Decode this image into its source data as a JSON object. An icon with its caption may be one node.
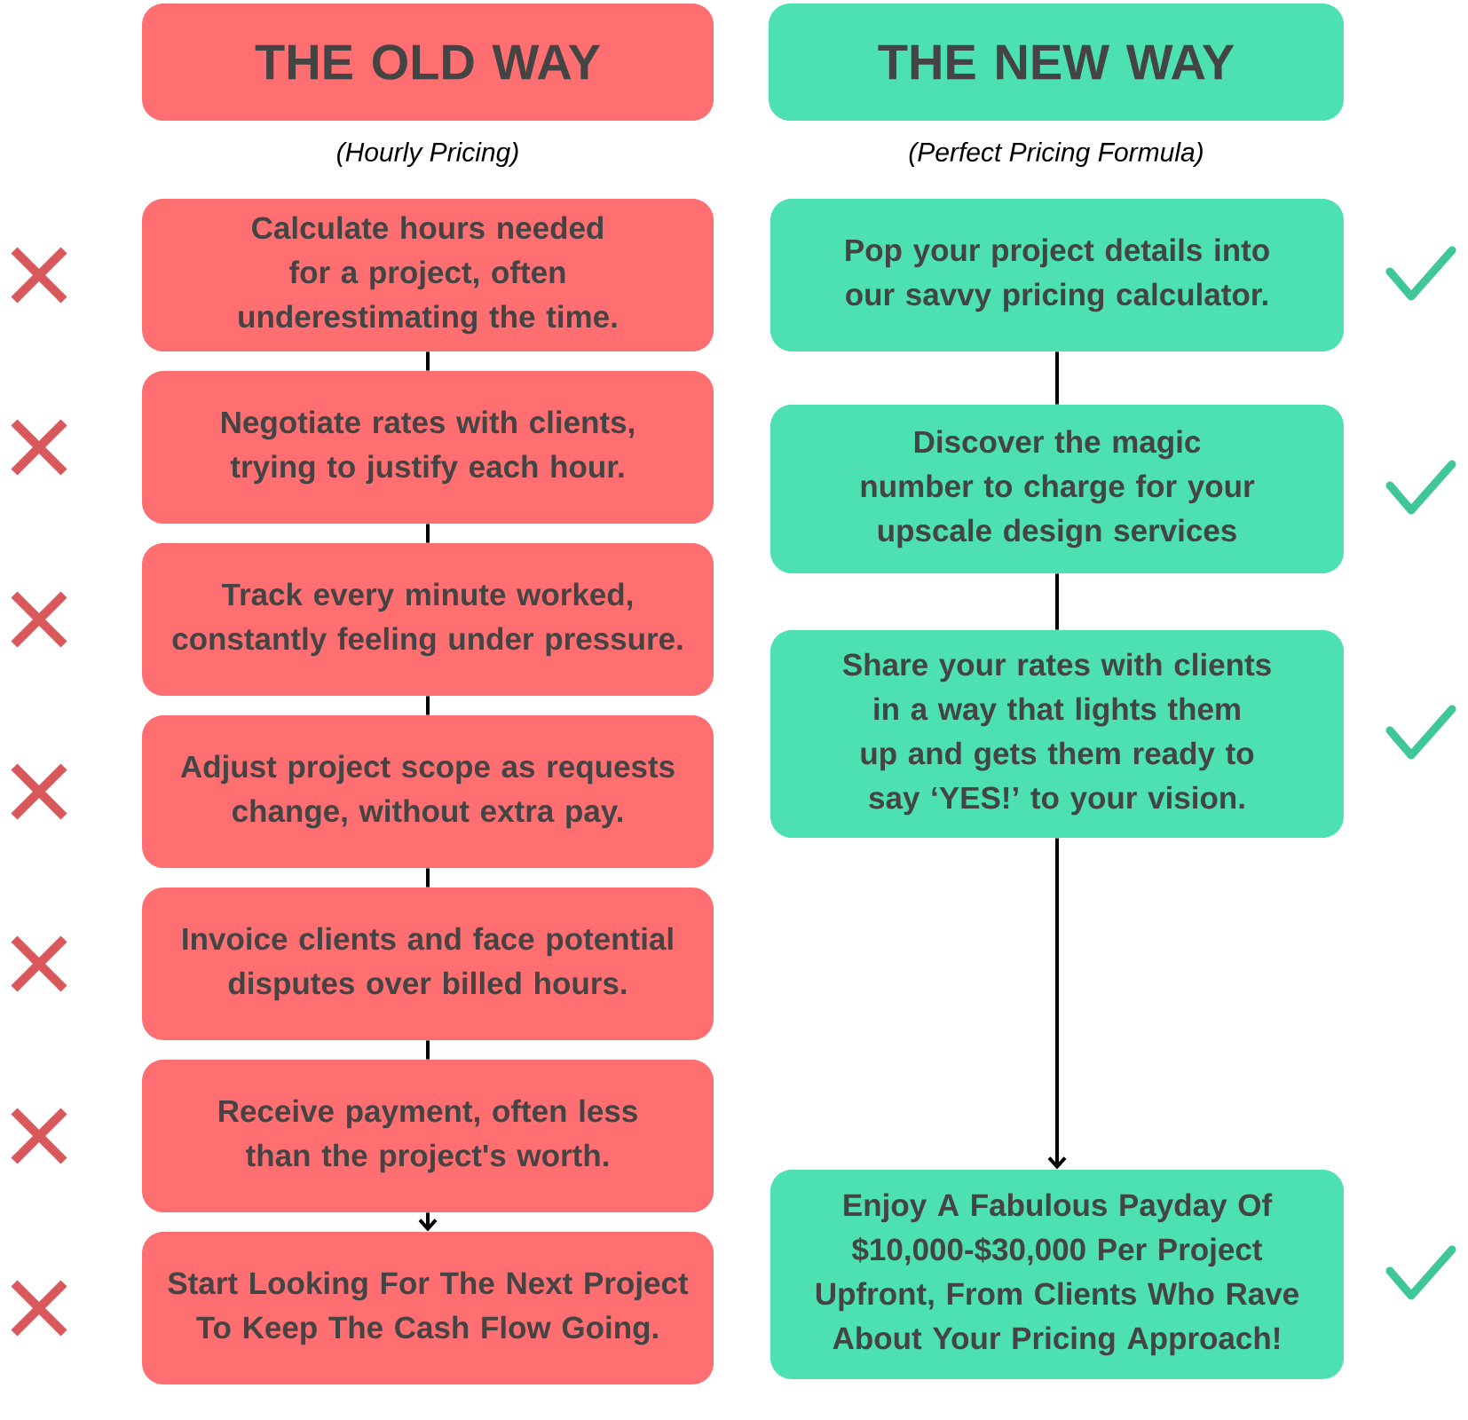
{
  "diagram": {
    "nodes": [
      {
        "text": [
          "THE OLD WAY"
        ],
        "beside": [
          "(Hourly Pricing)"
        ]
      },
      {
        "text": [
          "THE NEW WAY"
        ],
        "beside": [
          "(Perfect Pricing Formula)"
        ]
      },
      {
        "text": [
          "Calculate hours needed for a project, often underestimating the time."
        ]
      },
      {
        "text": [
          "Negotiate rates with clients, trying to justify each hour."
        ]
      },
      {
        "text": [
          "Track every minute worked, constantly feeling under pressure."
        ]
      },
      {
        "text": [
          "Adjust project scope as requests change, without extra pay."
        ]
      },
      {
        "text": [
          "Invoice clients and face potential disputes over billed hours."
        ]
      },
      {
        "text": [
          "Receive payment, often less than the project's worth."
        ]
      },
      {
        "text": [
          "Start Looking For The Next Project To Keep The Cash Flow Going."
        ]
      },
      {
        "text": [
          "Pop your project details into our savvy pricing calculator."
        ]
      },
      {
        "text": [
          "Discover the magic number to charge for your upscale design services"
        ]
      },
      {
        "text": [
          "Share your rates with clients in a way that lights them up and gets them ready to say ‘YES!’ to your vision."
        ]
      },
      {
        "text": [
          "Enjoy A Fabulous Payday Of $10,000-$30,000 Per Project Upfront, From Clients Who Rave About Your Pricing Approach!"
        ]
      }
    ],
    "edges": [
      {
        "from": 2,
        "to": 3,
        "arrow": "none"
      },
      {
        "from": 3,
        "to": 4,
        "arrow": "none"
      },
      {
        "from": 4,
        "to": 5,
        "arrow": "none"
      },
      {
        "from": 5,
        "to": 6,
        "arrow": "none"
      },
      {
        "from": 6,
        "to": 7,
        "arrow": "none"
      },
      {
        "from": 7,
        "to": 8,
        "arrow": "to"
      },
      {
        "from": 9,
        "to": 10,
        "arrow": "none"
      },
      {
        "from": 10,
        "to": 11,
        "arrow": "none"
      },
      {
        "from": 11,
        "to": 12,
        "arrow": "to"
      }
    ]
  }
}
